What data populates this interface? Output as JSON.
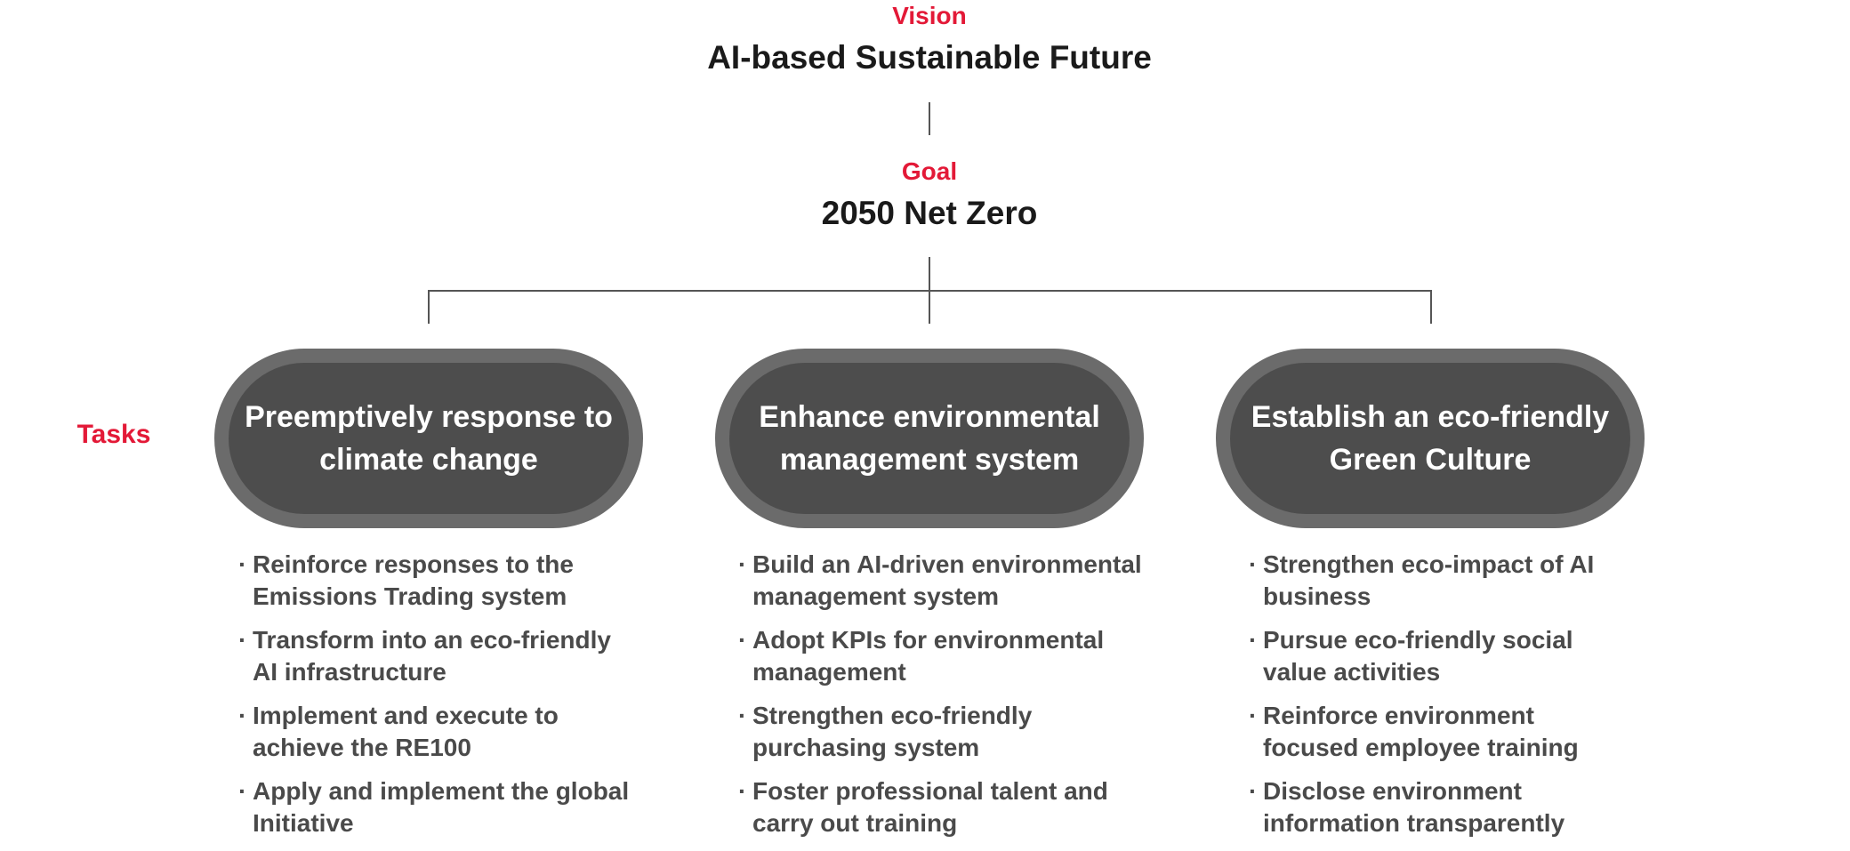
{
  "vision": {
    "label": "Vision",
    "title": "AI-based Sustainable Future"
  },
  "goal": {
    "label": "Goal",
    "title": "2050 Net Zero"
  },
  "tasks_label": "Tasks",
  "bullet_glyph": "·",
  "colors": {
    "accent_red": "#e31937",
    "pill_outer": "#6b6b6b",
    "pill_inner": "#4d4d4d",
    "connector": "#555555"
  },
  "columns": [
    {
      "title": "Preemptively response to climate change",
      "items": [
        "Reinforce responses to the Emissions Trading system",
        "Transform into an eco-friendly AI infrastructure",
        "Implement and execute to achieve the RE100",
        "Apply and implement the global Initiative"
      ]
    },
    {
      "title": "Enhance environmental management system",
      "items": [
        "Build an AI-driven environmental management system",
        "Adopt KPIs for environmental management",
        "Strengthen eco-friendly purchasing system",
        "Foster professional talent and carry out training"
      ]
    },
    {
      "title": "Establish an eco-friendly Green Culture",
      "items": [
        "Strengthen eco-impact of AI business",
        "Pursue eco-friendly social value activities",
        "Reinforce environment focused employee training",
        "Disclose environment information transparently"
      ]
    }
  ]
}
